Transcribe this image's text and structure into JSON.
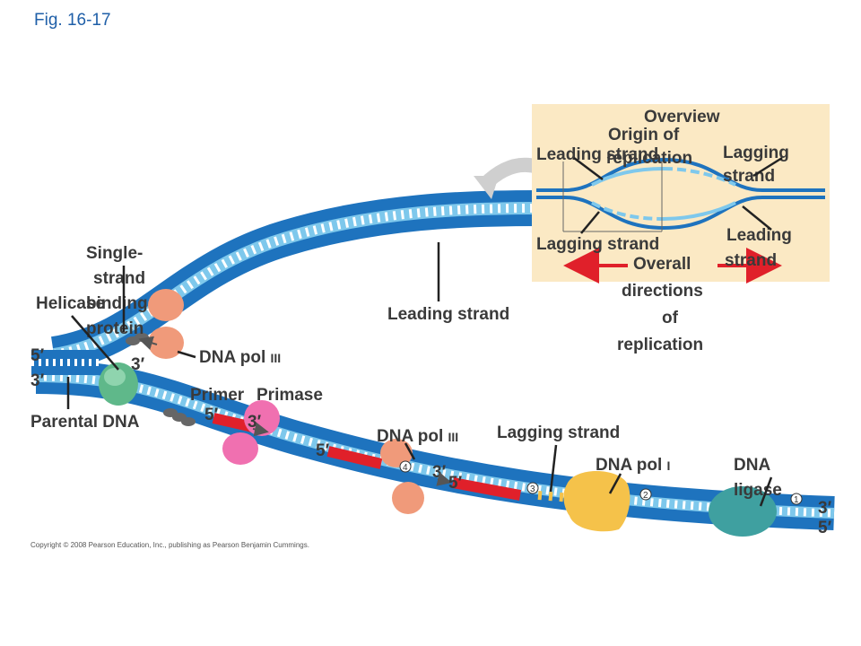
{
  "figure_label": "Fig. 16-17",
  "overview": {
    "title": "Overview",
    "origin": [
      "Origin of",
      "replication"
    ],
    "leading_top": "Leading strand",
    "lagging_right": [
      "Lagging",
      "strand"
    ],
    "lagging_bottom": "Lagging strand",
    "leading_right": [
      "Leading",
      "strand"
    ],
    "directions": [
      "Overall",
      "directions",
      "of",
      "replication"
    ]
  },
  "labels": {
    "ssb": [
      "Single-",
      "strand",
      "binding",
      "protein"
    ],
    "helicase": "Helicase",
    "five_prime": "5′",
    "three_prime": "3′",
    "parental_dna": "Parental DNA",
    "dna_pol_top": "DNA pol",
    "pol_three": "III",
    "leading_strand": "Leading strand",
    "primer": "Primer",
    "primase": "Primase",
    "dna_pol_mid": "DNA pol",
    "lagging_strand": "Lagging strand",
    "dna_pol_one": "DNA pol",
    "pol_one": "I",
    "dna_ligase": [
      "DNA",
      "ligase"
    ],
    "steps": [
      "1",
      "2",
      "3",
      "4"
    ]
  },
  "colors": {
    "parental": "#1e73be",
    "new_strand": "#7ec8ec",
    "primer": "#e0202a",
    "helicase": "#5fb88a",
    "pol": "#f09a7a",
    "primase": "#f070b0",
    "pol_one": "#f5c24a",
    "ligase": "#3fa0a0",
    "ssb": "#666666",
    "overview_bg": "#fbe9c4"
  },
  "copyright": "Copyright © 2008 Pearson Education, Inc., publishing as Pearson Benjamin Cummings."
}
